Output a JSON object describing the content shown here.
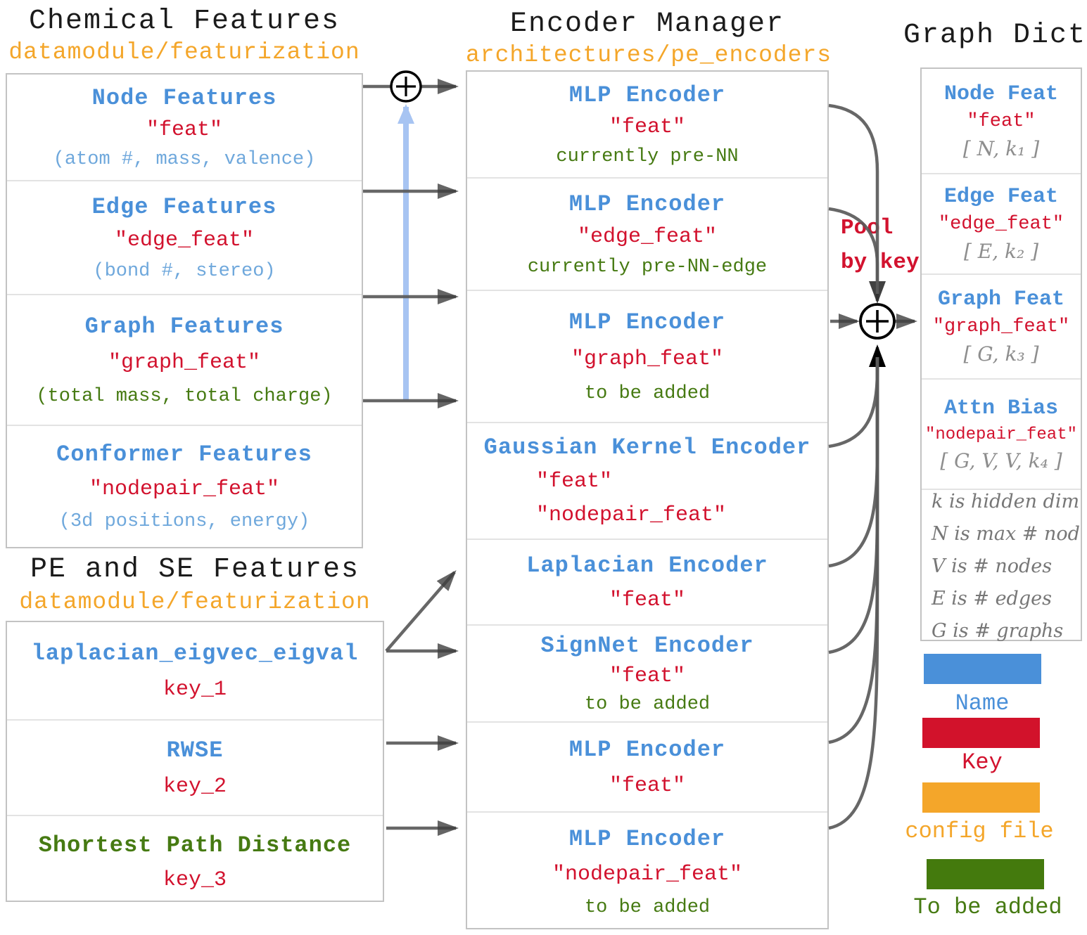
{
  "colors": {
    "name_blue": "#4a90d9",
    "key_red": "#d2122e",
    "config_orange": "#f4a62a",
    "to_be_added_green": "#467a12",
    "note_light_blue": "#6fa8dc",
    "shape_gray": "#8e8e8e",
    "arrow_gray": "#5a5a5a",
    "pool_arrow_blue": "#a7c4f2"
  },
  "icons": {
    "sum_icon": "⊕"
  },
  "chemical": {
    "title": "Chemical Features",
    "config": "datamodule/featurization",
    "rows": [
      {
        "name": "Node Features",
        "key": "\"feat\"",
        "note": "(atom #, mass, valence)"
      },
      {
        "name": "Edge Features",
        "key": "\"edge_feat\"",
        "note": "(bond #, stereo)"
      },
      {
        "name": "Graph Features",
        "key": "\"graph_feat\"",
        "note": "(total mass, total charge)"
      },
      {
        "name": "Conformer Features",
        "key": "\"nodepair_feat\"",
        "note": "(3d positions, energy)"
      }
    ]
  },
  "pe_se": {
    "title": "PE and SE Features",
    "config": "datamodule/featurization",
    "rows": [
      {
        "name": "laplacian_eigvec_eigval",
        "key": "key_1"
      },
      {
        "name": "RWSE",
        "key": "key_2"
      },
      {
        "name": "Shortest Path Distance",
        "key": "key_3"
      }
    ]
  },
  "encoder": {
    "title": "Encoder Manager",
    "config": "architectures/pe_encoders",
    "rows": [
      {
        "name": "MLP Encoder",
        "key": "\"feat\"",
        "status": "currently pre-NN"
      },
      {
        "name": "MLP Encoder",
        "key": "\"edge_feat\"",
        "status": "currently pre-NN-edge"
      },
      {
        "name": "MLP Encoder",
        "key": "\"graph_feat\"",
        "status": "to be added"
      },
      {
        "name": "Gaussian Kernel Encoder",
        "key": "\"feat\"",
        "key2": "\"nodepair_feat\""
      },
      {
        "name": "Laplacian Encoder",
        "key": "\"feat\""
      },
      {
        "name": "SignNet Encoder",
        "key": "\"feat\"",
        "status": "to be added"
      },
      {
        "name": "MLP Encoder",
        "key": "\"feat\""
      },
      {
        "name": "MLP Encoder",
        "key": "\"nodepair_feat\"",
        "status": "to be added"
      }
    ]
  },
  "graph_dict": {
    "title": "Graph Dict",
    "rows": [
      {
        "name": "Node Feat",
        "key": "\"feat\"",
        "shape": "[ N, k₁ ]"
      },
      {
        "name": "Edge Feat",
        "key": "\"edge_feat\"",
        "shape": "[ E, k₂ ]"
      },
      {
        "name": "Graph Feat",
        "key": "\"graph_feat\"",
        "shape": "[ G, k₃ ]"
      },
      {
        "name": "Attn Bias",
        "key": "\"nodepair_feat\"",
        "shape": "[ G, V, V, k₄ ]"
      }
    ],
    "notes": [
      "k is hidden dim",
      "N is max # nodes",
      "V is # nodes",
      "E is # edges",
      "G is # graphs"
    ]
  },
  "pool": {
    "line1": "Pool",
    "line2": "by key"
  },
  "legend": [
    {
      "label": "Name",
      "color": "#4a90d9"
    },
    {
      "label": "Key",
      "color": "#d2122b"
    },
    {
      "label": "config file",
      "color": "#f4a62a"
    },
    {
      "label": "To be added",
      "color": "#447a0d"
    }
  ]
}
